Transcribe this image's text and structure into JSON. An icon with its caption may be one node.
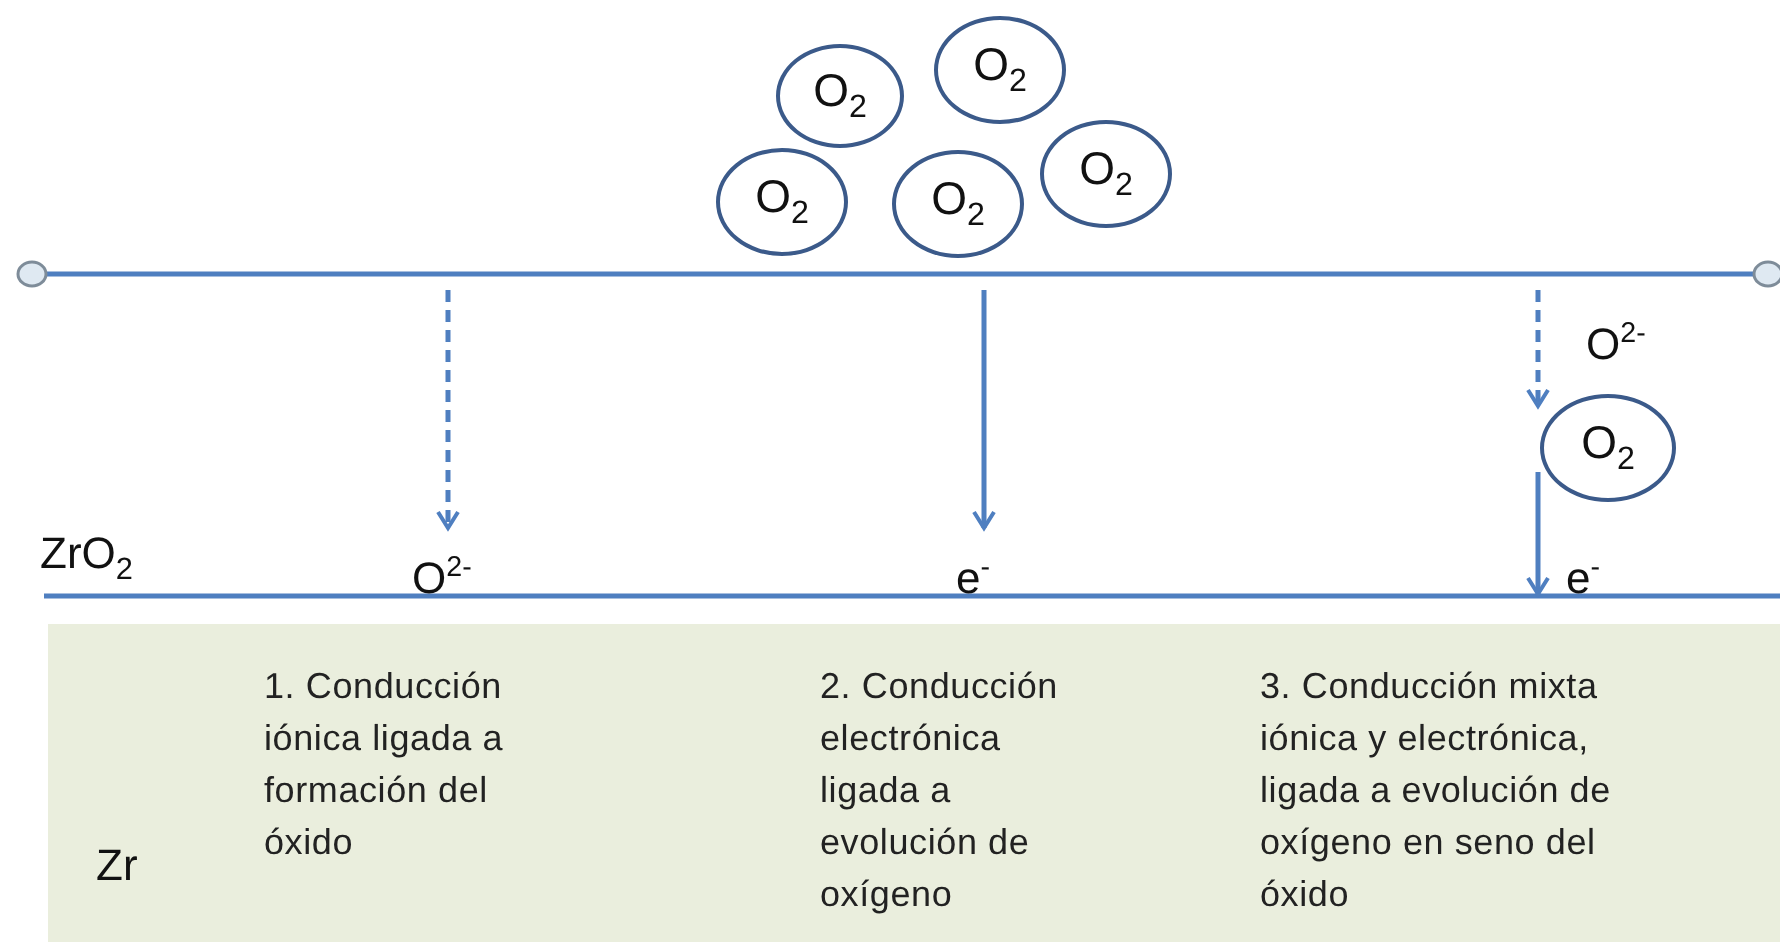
{
  "diagram": {
    "nodes": [
      {
        "text": [
          "O$_{2}$"
        ]
      },
      {
        "text": [
          "O$_{2}$"
        ]
      },
      {
        "text": [
          "O$_{2}$"
        ]
      },
      {
        "text": [
          "O$_{2}$"
        ]
      },
      {
        "text": [
          "O$_{2}$"
        ]
      },
      {
        "text": [
          "O$_{2}$"
        ]
      },
      {
        "text": [
          "O$^{2-}$"
        ]
      },
      {
        "text": [
          "e$^{-}$"
        ]
      },
      {
        "text": [
          "e$^{-}$"
        ]
      }
    ],
    "edges": [
      {
        "from": null,
        "to": 6,
        "arrow": "to",
        "style": "dashed"
      },
      {
        "from": null,
        "to": 7,
        "arrow": "to"
      },
      {
        "from": null,
        "to": 5,
        "arrow": "to",
        "style": "dashed",
        "label": "O$^{2-}$"
      },
      {
        "from": 5,
        "to": 8,
        "arrow": "to"
      }
    ],
    "labels": [
      "ZrO$_{2}$",
      "Zr",
      "1. Conducción iónica ligada a formación del óxido",
      "2. Conducción electrónica ligada a evolución de oxígeno",
      "3. Conducción mixta iónica y electrónica, ligada a evolución de oxígeno en seno del óxido"
    ]
  }
}
